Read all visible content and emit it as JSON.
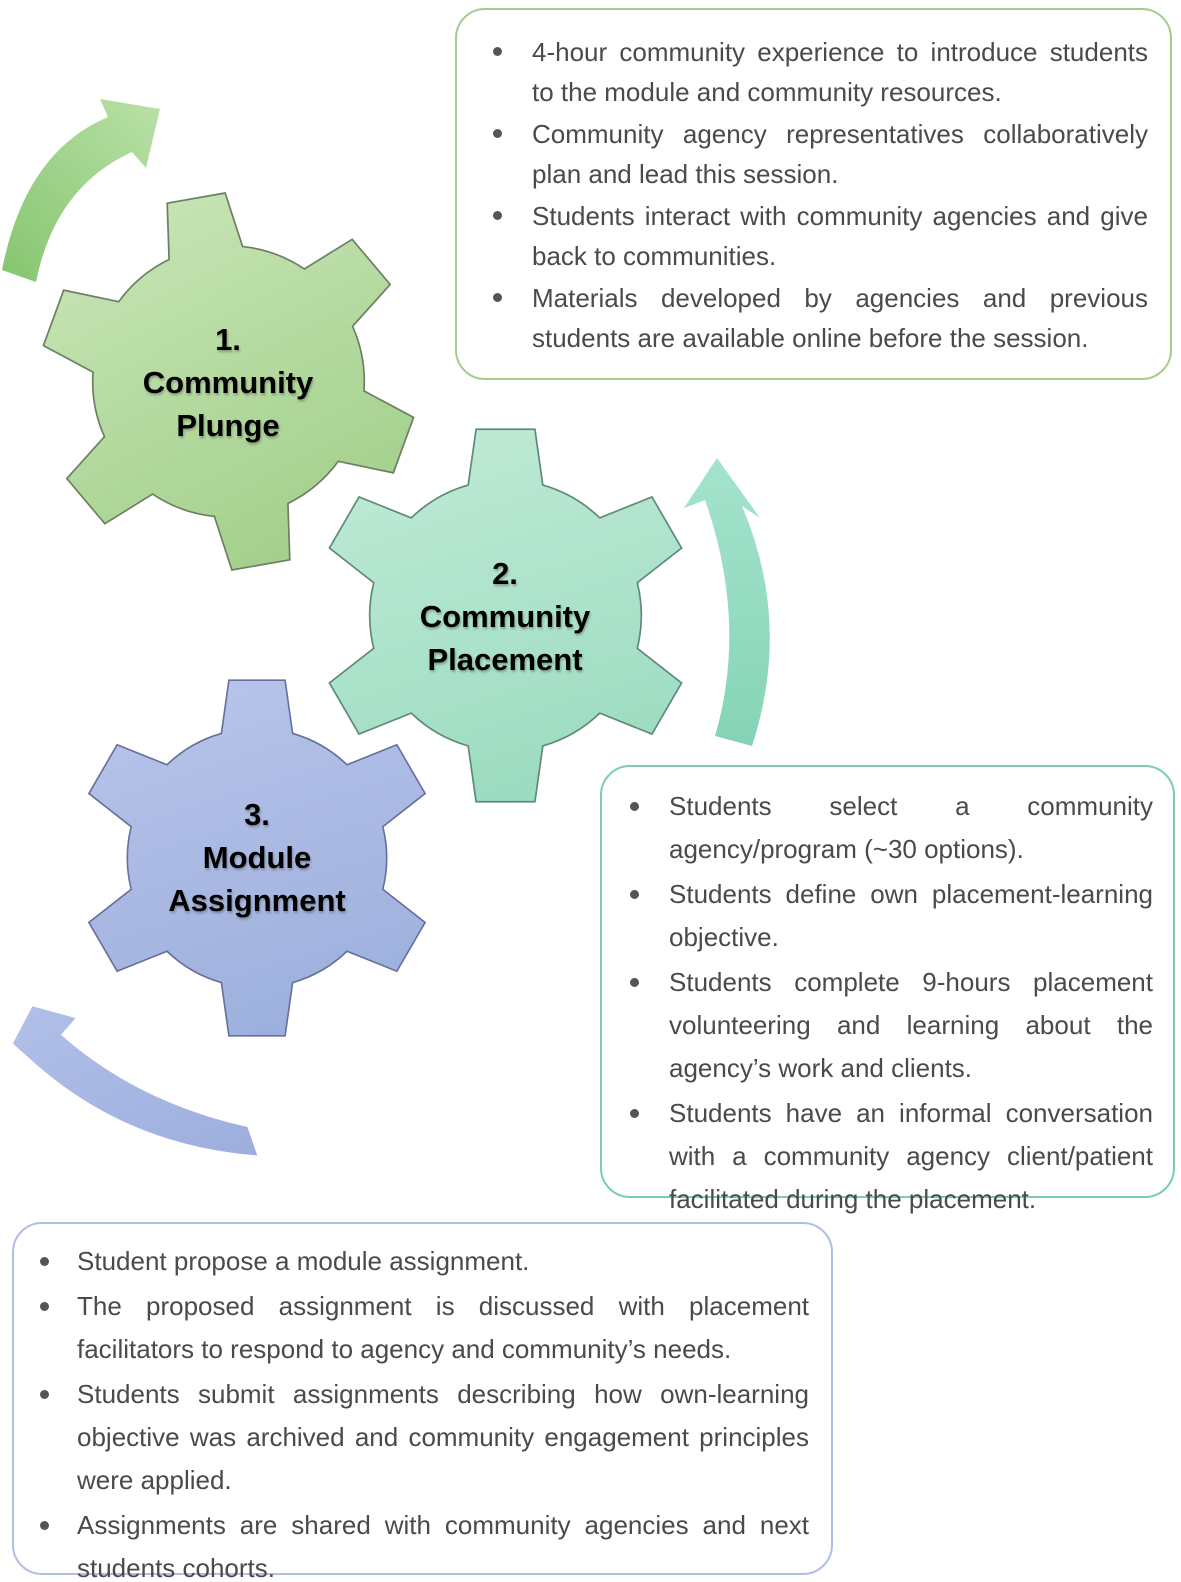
{
  "gears": [
    {
      "number": "1.",
      "name": "Community\nPlunge",
      "colors": {
        "light": "#c7e5b5",
        "dark": "#a4d08d",
        "outline": "#6e7e64"
      }
    },
    {
      "number": "2.",
      "name": "Community\nPlacement",
      "colors": {
        "light": "#c0ead6",
        "dark": "#9cdcc1",
        "outline": "#5f8a7a"
      }
    },
    {
      "number": "3.",
      "name": "Module\nAssignment",
      "colors": {
        "light": "#b8c4ea",
        "dark": "#9db0dd",
        "outline": "#66709a"
      }
    }
  ],
  "arrows": [
    {
      "name": "green cycle arrow",
      "color_tail": "#86c56f",
      "color_head": "#b9e1a8"
    },
    {
      "name": "teal cycle arrow",
      "color_tail": "#85d4b6",
      "color_head": "#a5e3cd"
    },
    {
      "name": "blue cycle arrow",
      "color_tail": "#9daede",
      "color_head": "#b1c0e8"
    }
  ],
  "panels": [
    {
      "border_color": "#a5cd8e",
      "items": [
        "4-hour community experience to introduce students to the module and community resources.",
        "Community agency representatives collaboratively plan and lead this session.",
        "Students interact with community agencies and give back to communities.",
        "Materials developed by agencies and previous students are available online before the session."
      ]
    },
    {
      "border_color": "#7bccb3",
      "items": [
        "Students select a community agency/program (~30 options).",
        "Students define own placement-learning objective.",
        "Students complete 9-hours placement volunteering and learning about the agency’s work and clients.",
        "Students have an informal conversation with a community agency client/patient facilitated during the placement."
      ]
    },
    {
      "border_color": "#b1bde5",
      "items": [
        "Student propose a module assignment.",
        "The proposed assignment is discussed with placement facilitators to respond to agency and community’s needs.",
        "Students submit assignments describing how own-learning objective was archived and community engagement principles were applied.",
        "Assignments are shared with community agencies and next students cohorts."
      ]
    }
  ]
}
